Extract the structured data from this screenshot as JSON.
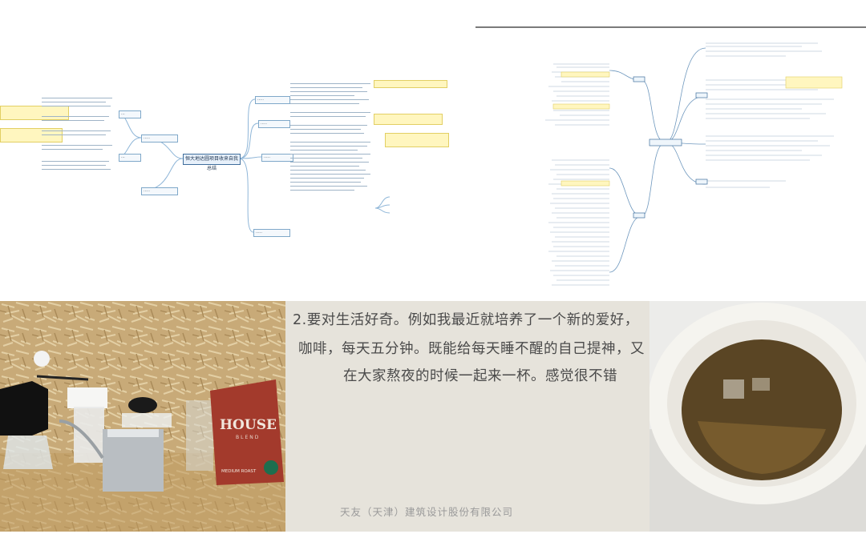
{
  "mindmap_left": {
    "central_topic": "恒大地达圆项目收来自我总结"
  },
  "body_text": {
    "line1": "2.要对生活好奇。例如我最近就培养了一个新的爱好，",
    "line2": "咖啡，每天五分钟。既能给每天睡不醒的自己提神，又",
    "line3": "在大家熬夜的时候一起来一杯。感觉很不错"
  },
  "coffee_bag": {
    "brand": "HOUSE",
    "sub": "BLEND",
    "roast": "MEDIUM ROAST"
  },
  "footer": {
    "company": "天友（天津）建筑设计股份有限公司"
  },
  "colors": {
    "text_panel_bg": "#e6e3db",
    "bag_red": "#a33a2c",
    "mindmap_line": "#8fb6d8",
    "note_yellow": "#fff6bf"
  }
}
